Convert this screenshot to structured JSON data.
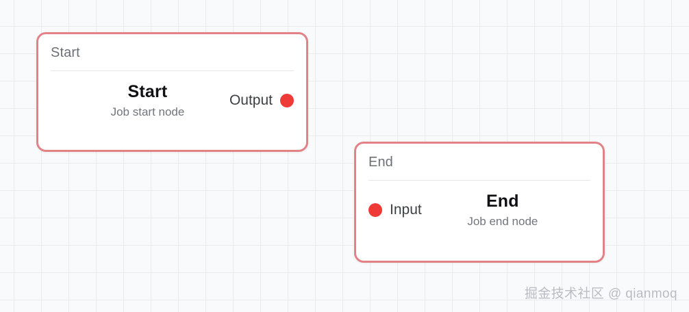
{
  "canvas": {
    "background_color": "#f9fafb",
    "grid_line_color": "#e9ecef",
    "grid_size": 40
  },
  "theme": {
    "node_border_color": "#e28186",
    "node_background": "#ffffff",
    "port_dot_color": "#ee3b37",
    "header_text_color": "#6b7076",
    "title_text_color": "#101114",
    "subtitle_text_color": "#71757c"
  },
  "nodes": [
    {
      "id": "start",
      "header": "Start",
      "title": "Start",
      "subtitle": "Job start node",
      "port": {
        "label": "Output",
        "type": "output",
        "dot": "port-dot-red"
      }
    },
    {
      "id": "end",
      "header": "End",
      "title": "End",
      "subtitle": "Job end node",
      "port": {
        "label": "Input",
        "type": "input",
        "dot": "port-dot-red"
      }
    }
  ],
  "watermark": {
    "text": "掘金技术社区 @ qianmoq"
  }
}
